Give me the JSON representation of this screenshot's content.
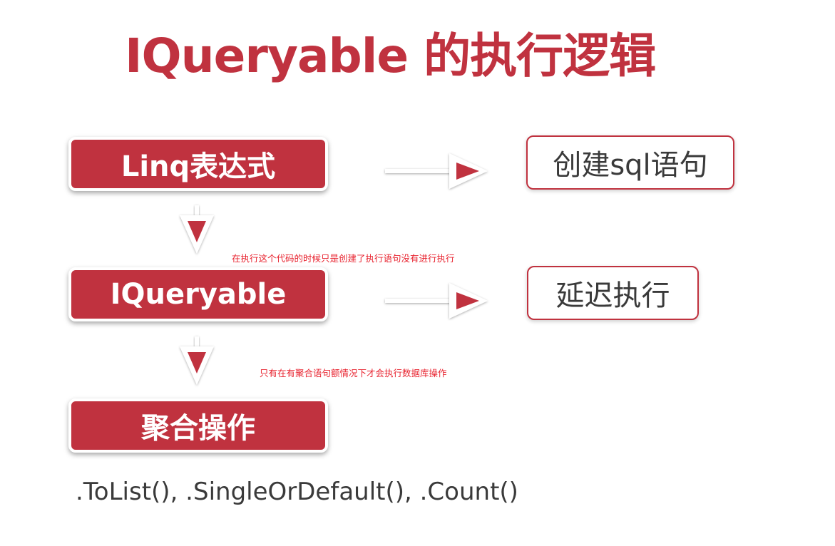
{
  "title": "IQueryable 的执行逻辑",
  "flow": {
    "steps": [
      {
        "label": "Linq表达式"
      },
      {
        "label": "IQueryable"
      },
      {
        "label": "聚合操作"
      }
    ],
    "results": [
      {
        "label": "创建sql语句"
      },
      {
        "label": "延迟执行"
      }
    ]
  },
  "annotations": {
    "note_1": "在执行这个代码的时候只是创建了执行语句没有进行执行",
    "note_2": "只有在有聚合语句额情况下才会执行数据库操作"
  },
  "methods_text": ".ToList(), .SingleOrDefault(), .Count()",
  "colors": {
    "primary_red": "#c0323f",
    "note_red": "#e8232f",
    "text_gray": "#3a3a3a"
  }
}
